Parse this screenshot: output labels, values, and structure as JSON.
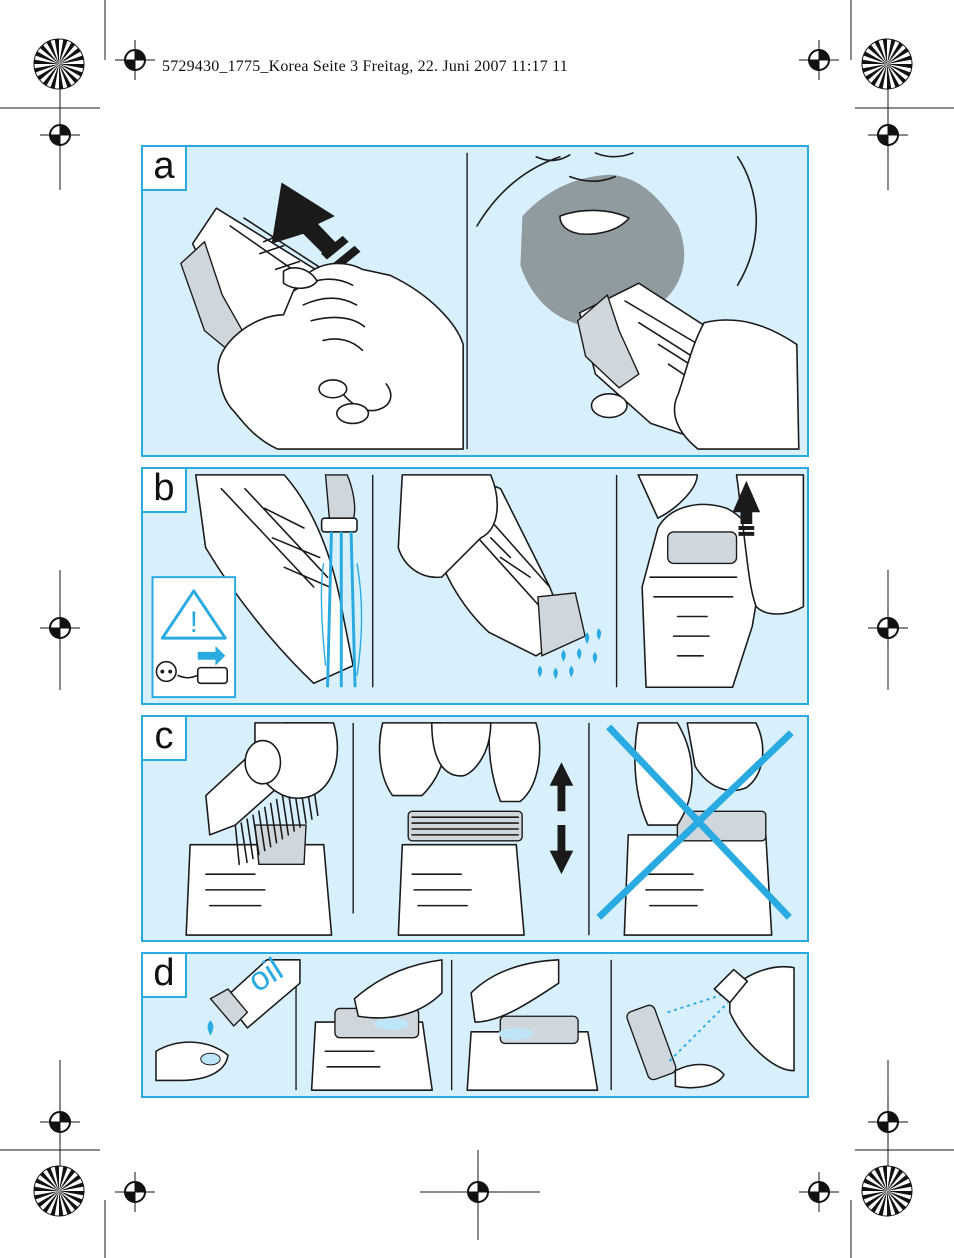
{
  "header": {
    "print_info": "5729430_1775_Korea  Seite 3  Freitag, 22. Juni 2007  11:17 11"
  },
  "sections": [
    {
      "label": "a"
    },
    {
      "label": "b"
    },
    {
      "label": "c"
    },
    {
      "label": "d"
    }
  ],
  "labels": {
    "warning_symbol": "!",
    "oil_text": "oil"
  },
  "colors": {
    "panel_fill": "#d8f0fb",
    "panel_border": "#29abe2",
    "accent_blue": "#29abe2",
    "line": "#1a1a1a"
  },
  "icons": [
    "registration-mark-icon",
    "starburst-target-icon",
    "warning-triangle-icon",
    "arrow-up-icon",
    "double-arrow-icon",
    "cross-out-icon",
    "water-drop-icon"
  ]
}
